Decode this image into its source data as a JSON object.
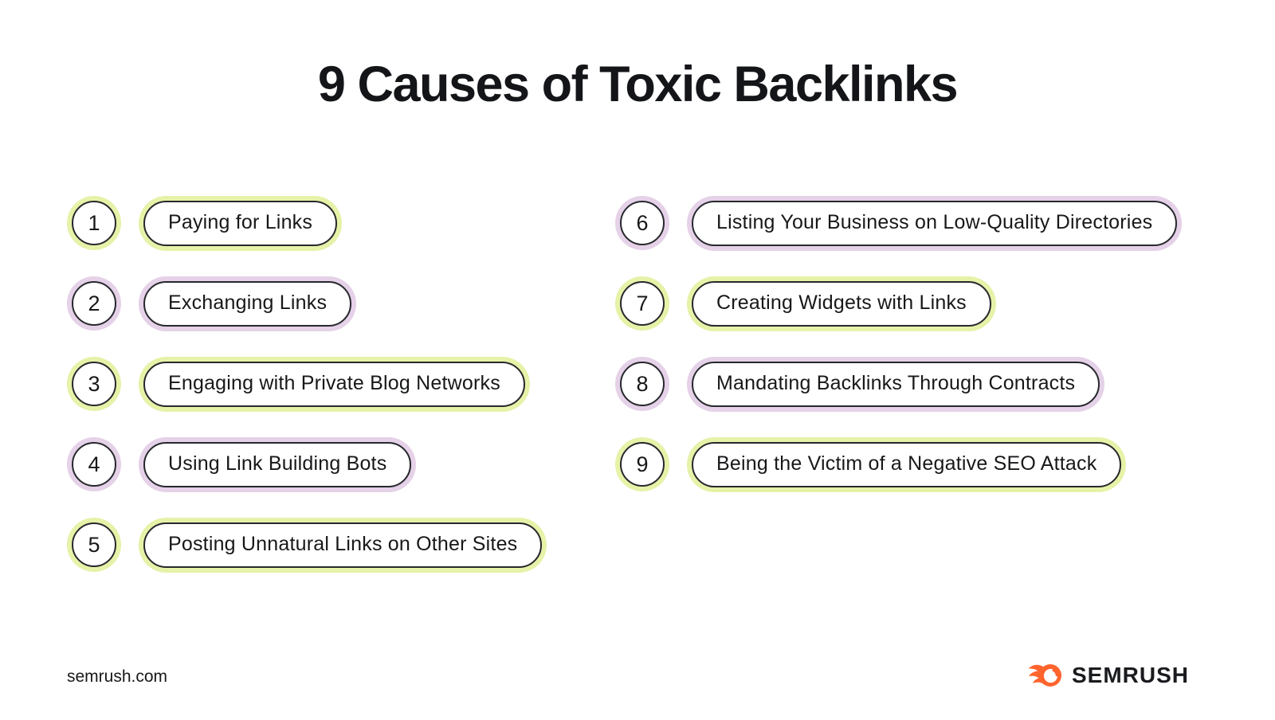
{
  "title": "9 Causes of Toxic Backlinks",
  "colors": {
    "lime_halo": "#E6F2A8",
    "purple_halo": "#E5D1E8",
    "outline_ink": "#26282C",
    "brand_orange": "#FF642D"
  },
  "columns": {
    "left": [
      {
        "number": "1",
        "label": "Paying for Links",
        "halo": "#E6F2A8"
      },
      {
        "number": "2",
        "label": "Exchanging Links",
        "halo": "#E5D1E8"
      },
      {
        "number": "3",
        "label": "Engaging with Private Blog Networks",
        "halo": "#E6F2A8"
      },
      {
        "number": "4",
        "label": "Using Link Building Bots",
        "halo": "#E5D1E8"
      },
      {
        "number": "5",
        "label": "Posting Unnatural Links on Other Sites",
        "halo": "#E6F2A8"
      }
    ],
    "right": [
      {
        "number": "6",
        "label": "Listing Your Business on Low-Quality Directories",
        "halo": "#E5D1E8"
      },
      {
        "number": "7",
        "label": "Creating Widgets with Links",
        "halo": "#E6F2A8"
      },
      {
        "number": "8",
        "label": "Mandating Backlinks Through Contracts",
        "halo": "#E5D1E8"
      },
      {
        "number": "9",
        "label": "Being the Victim of a Negative SEO Attack",
        "halo": "#E6F2A8"
      }
    ]
  },
  "footer": {
    "site": "semrush.com",
    "brand": "SEMRUSH"
  }
}
